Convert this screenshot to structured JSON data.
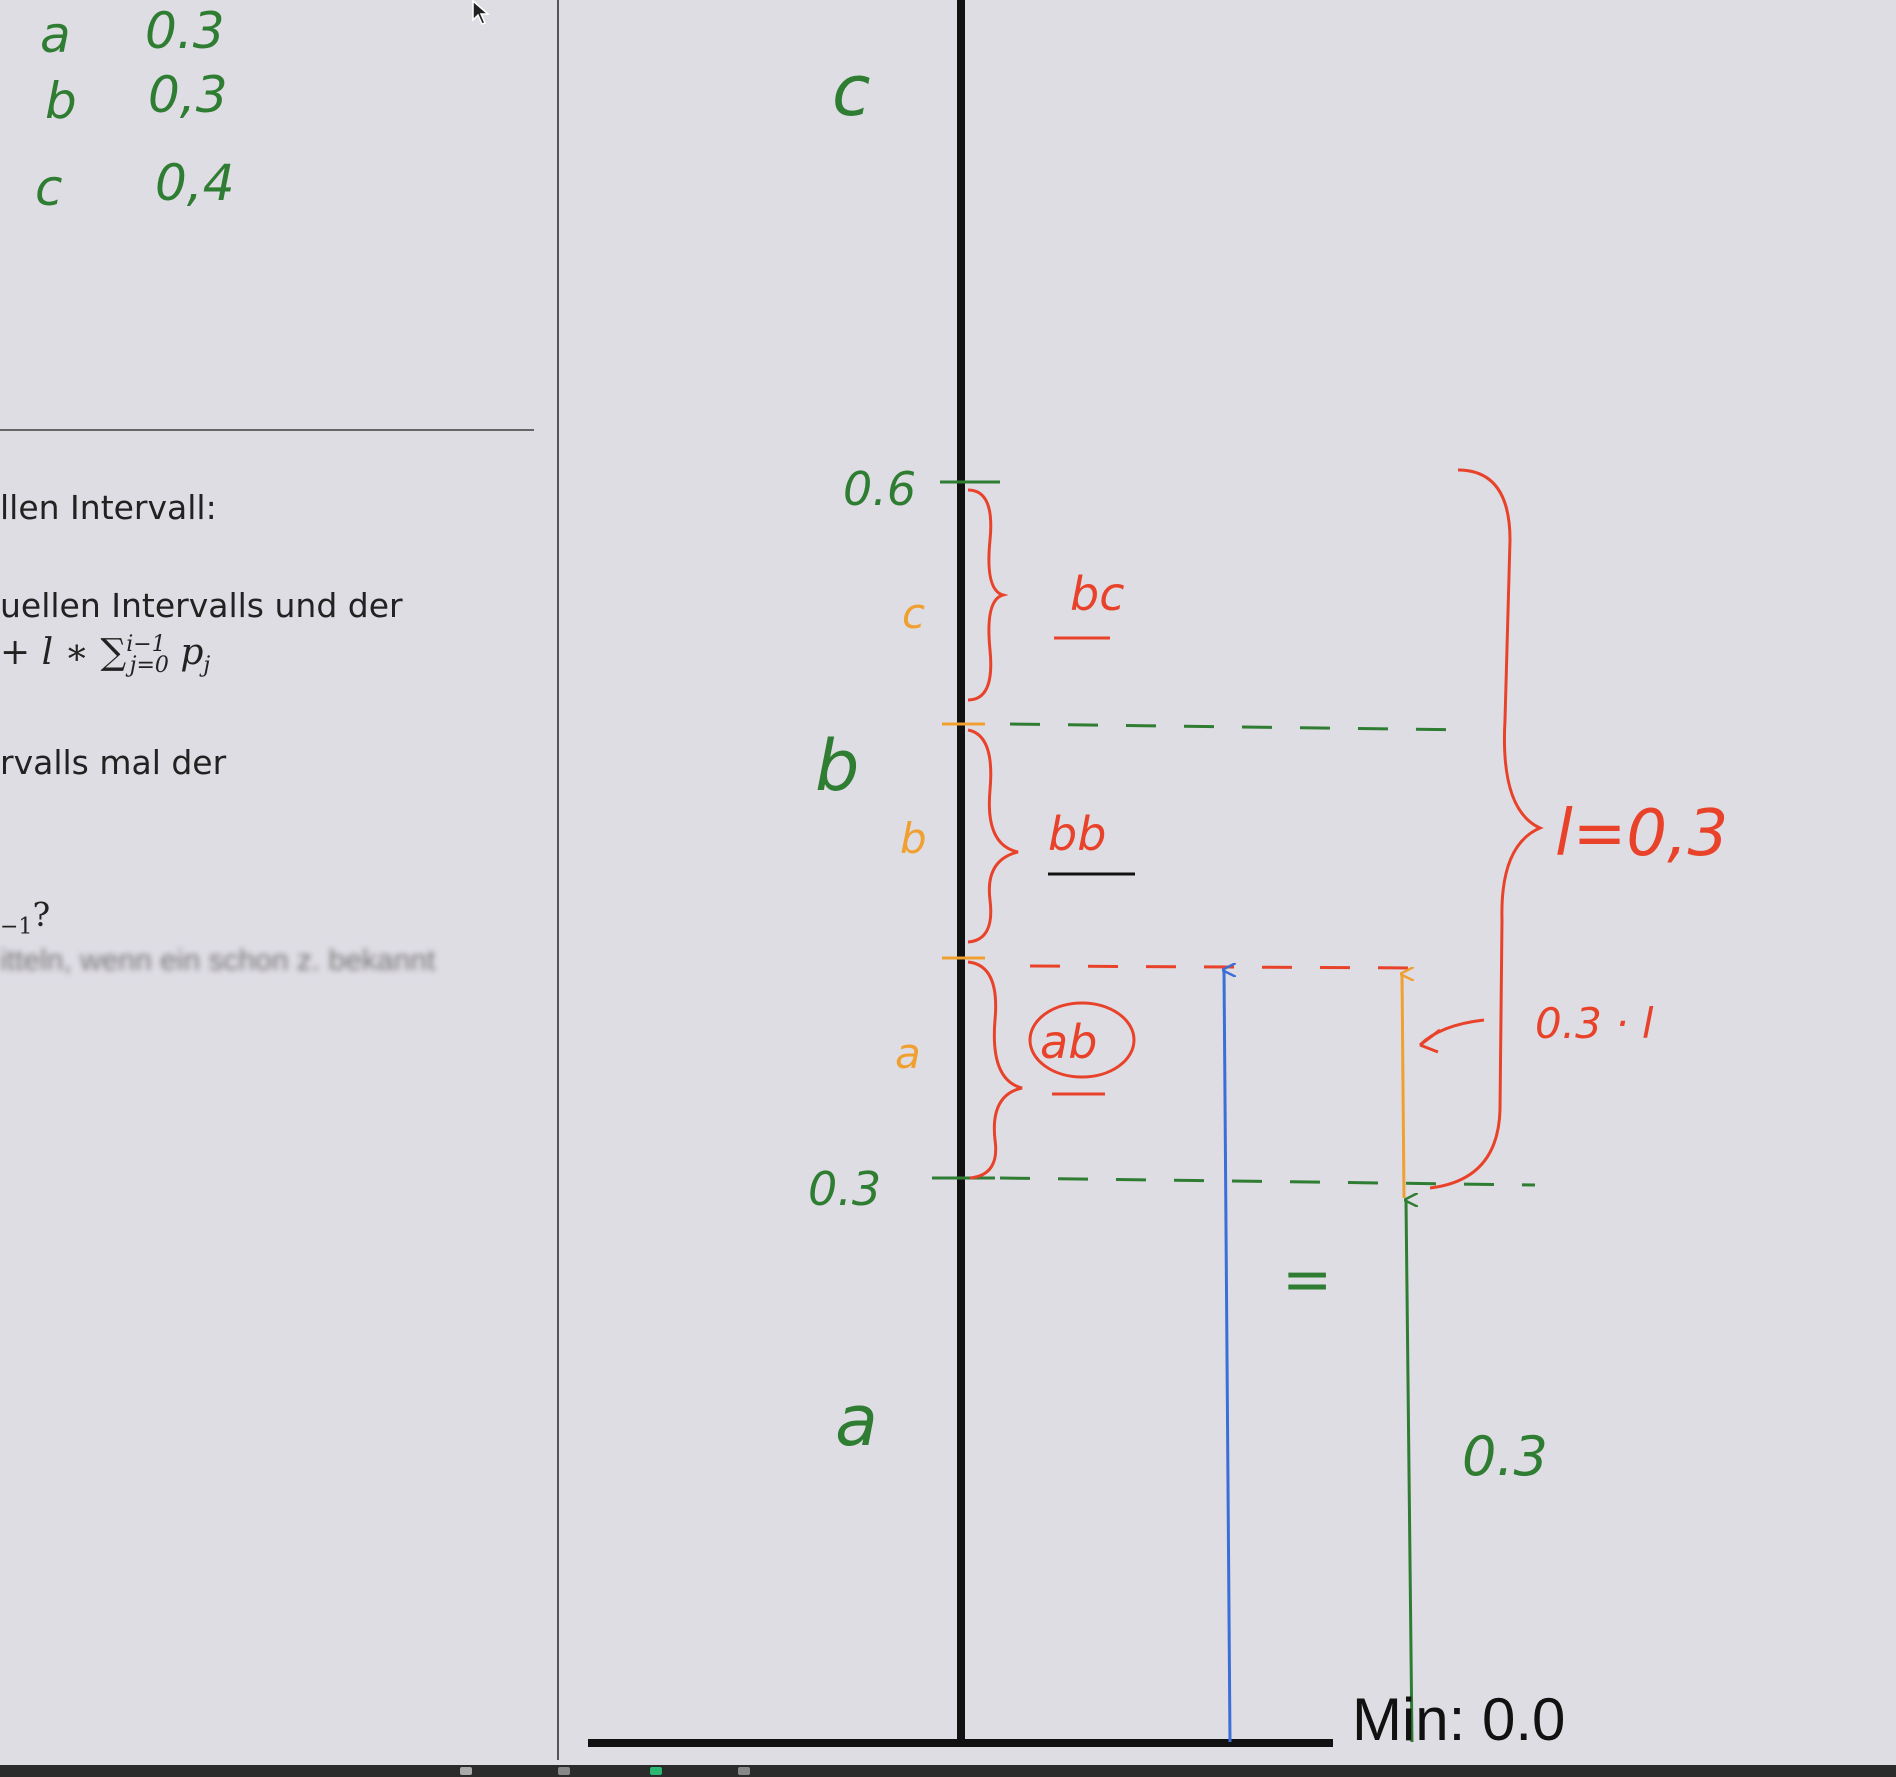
{
  "colors": {
    "background": "#dfdde4",
    "handwriting_green": "#2e7d32",
    "handwriting_red": "#e8432a",
    "handwriting_orange": "#f0a030",
    "arrow_blue": "#3a6fd8",
    "axis_black": "#111111"
  },
  "probability_table": {
    "rows": [
      {
        "symbol": "a",
        "prob": "0.3"
      },
      {
        "symbol": "b",
        "prob": "0,3"
      },
      {
        "symbol": "c",
        "prob": "0,4"
      }
    ]
  },
  "slide_text": {
    "line1": "llen Intervall:",
    "line2": "uellen Intervalls und der",
    "formula_lead": "+ l ∗ ∑",
    "formula_sup": "i−1",
    "formula_sub": "j=0",
    "formula_tail": " p",
    "formula_tail_sub": "j",
    "line3": "rvalls mal der",
    "line4_main": "−1",
    "line4_q": "?",
    "blurred_line": "itteln, wenn ein schon z. bekannt"
  },
  "diagram": {
    "outer_labels": {
      "top": "c",
      "middle": "b",
      "bottom": "a"
    },
    "tick_top": "0.6",
    "tick_bottom": "0.3",
    "sub_labels": {
      "c": "c",
      "b": "b",
      "a": "a"
    },
    "sub_words": {
      "top": "bc",
      "middle": "bb",
      "bottom": "ab"
    },
    "interval_length": "l=0,3",
    "width_expr": "0.3 · l",
    "offset_value": "0.3",
    "equals": "=",
    "min_label": "Min: 0.0"
  },
  "icons": {
    "cursor": "mouse-pointer-icon"
  }
}
